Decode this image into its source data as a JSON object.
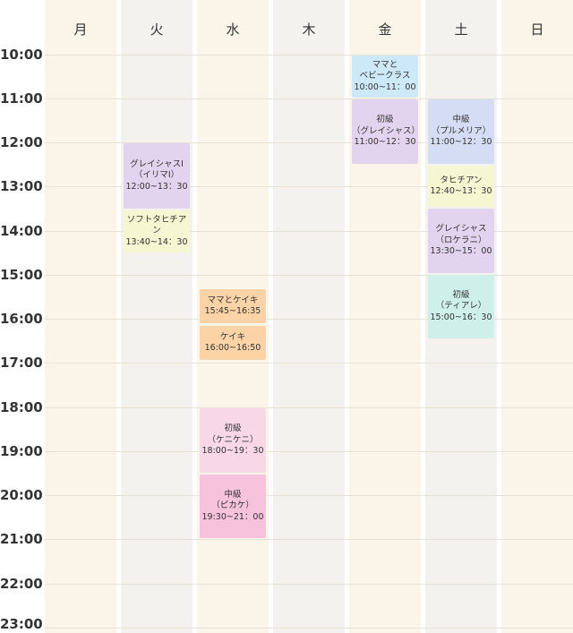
{
  "days": [
    "月",
    "火",
    "水",
    "木",
    "金",
    "土",
    "日"
  ],
  "times": [
    "10:00",
    "11:00",
    "12:00",
    "13:00",
    "14:00",
    "15:00",
    "16:00",
    "17:00",
    "18:00",
    "19:00",
    "20:00",
    "21:00",
    "22:00",
    "23:00"
  ],
  "colors": {
    "cream_column": "#fbf4e8",
    "gray_column": "#f3f2ef",
    "purple": "#e2d3ee",
    "yellow": "#f5f7d2",
    "orange": "#fcd3a6",
    "pink_light": "#f8d8e6",
    "pink": "#f6c2dc",
    "blue": "#cde9f8",
    "periwinkle": "#d5ddf4",
    "mint": "#cff0ea"
  },
  "events": {
    "tue_1": {
      "line1": "グレイシャスI",
      "line2": "（イリマI）",
      "time": "12:00~13：30"
    },
    "tue_2": {
      "line1": "ソフトタヒチアン",
      "time": "13:40~14：30"
    },
    "wed_1": {
      "line1": "ママとケイキ",
      "time": "15:45~16:35"
    },
    "wed_2": {
      "line1": "ケイキ",
      "time": "16:00~16:50"
    },
    "wed_3": {
      "line1": "初級",
      "line2": "（ケニケニ）",
      "time": "18:00~19：30"
    },
    "wed_4": {
      "line1": "中級",
      "line2": "（ピカケ）",
      "time": "19:30~21：00"
    },
    "fri_1": {
      "line1": "ママと",
      "line2": "ベビークラス",
      "time": "10:00~11：00"
    },
    "fri_2": {
      "line1": "初級",
      "line2": "（グレイシャス）",
      "time": "11:00~12：30"
    },
    "sat_1": {
      "line1": "中級",
      "line2": "（プルメリア）",
      "time": "11:00~12：30"
    },
    "sat_2": {
      "line1": "タヒチアン",
      "time": "12:40~13：30"
    },
    "sat_3": {
      "line1": "グレイシャス",
      "line2": "（ロケラニ）",
      "time": "13:30~15：00"
    },
    "sat_4": {
      "line1": "初級",
      "line2": "（ティアレ）",
      "time": "15:00~16：30"
    }
  }
}
